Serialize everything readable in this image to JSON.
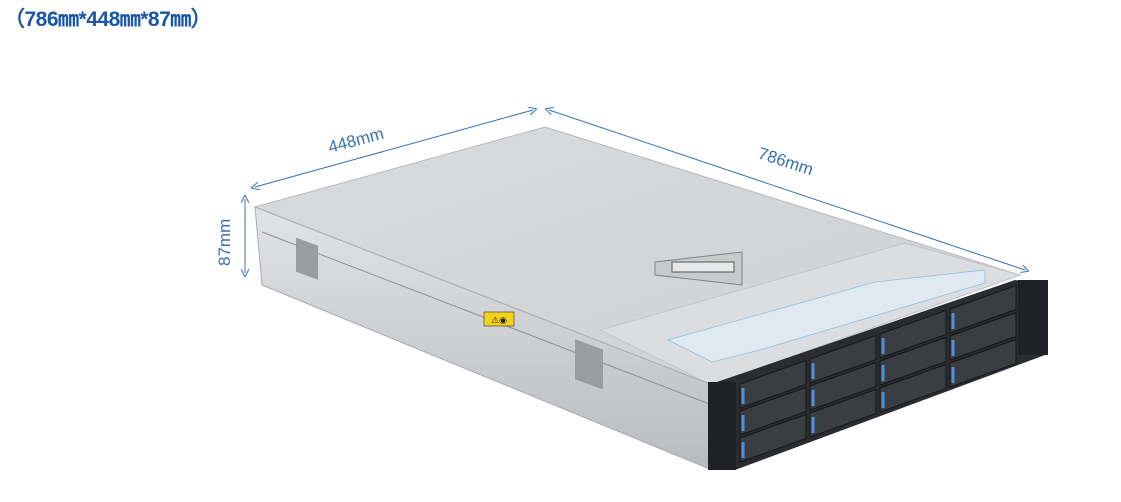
{
  "title": "（786㎜*448㎜*87㎜）",
  "dimensions": {
    "width_label": "448mm",
    "depth_label": "786mm",
    "height_label": "87mm"
  },
  "colors": {
    "accent": "#3a6fb5",
    "title": "#1a56a8",
    "chassis_top": "#d4d6d8",
    "chassis_side": "#c4c6c9",
    "front_panel": "#2a2c30",
    "drive_led": "#4f8fdc"
  },
  "drive_bays": {
    "rows": 3,
    "columns": 4
  }
}
